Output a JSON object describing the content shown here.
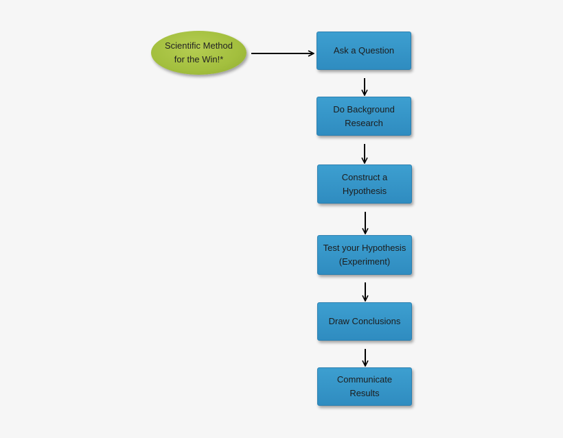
{
  "start": {
    "line1": "Scientific Method",
    "line2": "for the Win!*"
  },
  "steps": [
    {
      "line1": "Ask a Question",
      "line2": ""
    },
    {
      "line1": "Do Background",
      "line2": "Research"
    },
    {
      "line1": "Construct a",
      "line2": "Hypothesis"
    },
    {
      "line1": "Test your Hypothesis",
      "line2": "(Experiment)"
    },
    {
      "line1": "Draw Conclusions",
      "line2": ""
    },
    {
      "line1": "Communicate Results",
      "line2": ""
    }
  ],
  "colors": {
    "start_fill": "#a3bf3e",
    "step_fill": "#3399cc",
    "arrow": "#000000",
    "background": "#f6f6f6"
  }
}
